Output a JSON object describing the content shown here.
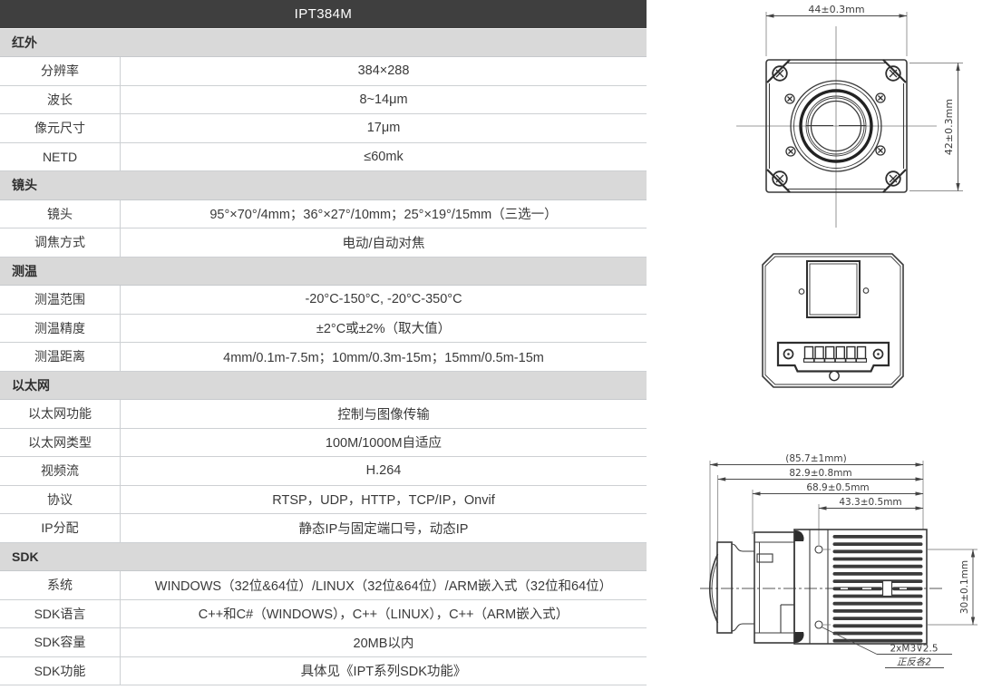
{
  "table": {
    "title": "IPT384M",
    "sections": [
      {
        "name": "红外",
        "rows": [
          {
            "label": "分辨率",
            "value": "384×288"
          },
          {
            "label": "波长",
            "value": "8~14μm"
          },
          {
            "label": "像元尺寸",
            "value": "17μm"
          },
          {
            "label": "NETD",
            "value": "≤60mk"
          }
        ]
      },
      {
        "name": "镜头",
        "rows": [
          {
            "label": "镜头",
            "value": "95°×70°/4mm；36°×27°/10mm；25°×19°/15mm（三选一）"
          },
          {
            "label": "调焦方式",
            "value": "电动/自动对焦"
          }
        ]
      },
      {
        "name": "测温",
        "rows": [
          {
            "label": "测温范围",
            "value": "-20°C-150°C, -20°C-350°C"
          },
          {
            "label": "测温精度",
            "value": "±2°C或±2%（取大值）"
          },
          {
            "label": "测温距离",
            "value": "4mm/0.1m-7.5m；10mm/0.3m-15m；15mm/0.5m-15m"
          }
        ]
      },
      {
        "name": "以太网",
        "rows": [
          {
            "label": "以太网功能",
            "value": "控制与图像传输"
          },
          {
            "label": "以太网类型",
            "value": "100M/1000M自适应"
          },
          {
            "label": "视频流",
            "value": "H.264"
          },
          {
            "label": "协议",
            "value": "RTSP，UDP，HTTP，TCP/IP，Onvif"
          },
          {
            "label": "IP分配",
            "value": "静态IP与固定端口号，动态IP"
          }
        ]
      },
      {
        "name": "SDK",
        "rows": [
          {
            "label": "系统",
            "value": "WINDOWS（32位&64位）/LINUX（32位&64位）/ARM嵌入式（32位和64位）"
          },
          {
            "label": "SDK语言",
            "value": "C++和C#（WINDOWS），C++（LINUX），C++（ARM嵌入式）"
          },
          {
            "label": "SDK容量",
            "value": "20MB以内"
          },
          {
            "label": "SDK功能",
            "value": "具体见《IPT系列SDK功能》"
          }
        ]
      }
    ]
  },
  "drawings": {
    "front_view": {
      "width_dim": "44±0.3mm",
      "height_dim": "42±0.3mm"
    },
    "side_view": {
      "dim_overall": "(85.7±1mm)",
      "dim_body": "82.9±0.8mm",
      "dim_lens_to_back": "68.9±0.5mm",
      "dim_hole_to_back": "43.3±0.5mm",
      "dim_hole_spacing": "30±0.1mm",
      "thread_note": "2xM3⊽2.5",
      "thread_note_sub": "正反各2"
    }
  },
  "colors": {
    "header_bg": "#3f3f3f",
    "header_text": "#ffffff",
    "section_bg": "#d9d9d9",
    "border": "#cdd0d3",
    "text": "#3a3a3a",
    "drawing_line": "#3a3a3a"
  }
}
